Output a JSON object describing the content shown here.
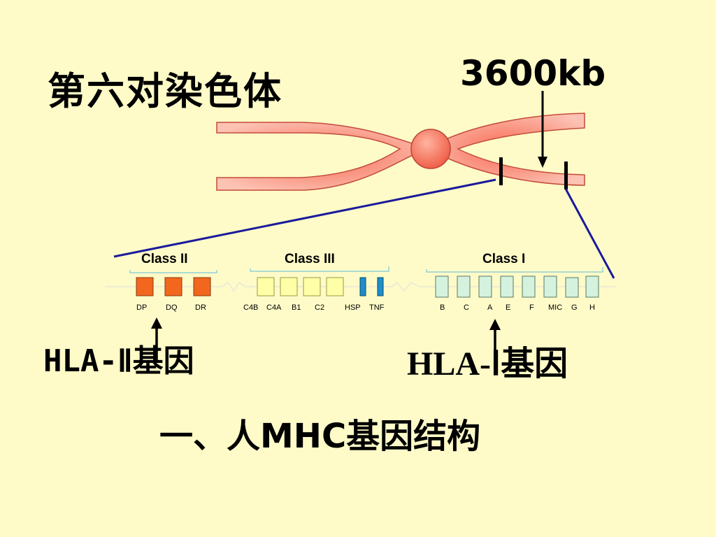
{
  "title": "第六对染色体",
  "size_label": "3600kb",
  "regions": [
    {
      "label": "Class II",
      "genes": [
        "DP",
        "DQ",
        "DR"
      ]
    },
    {
      "label": "Class III",
      "genes": [
        "C4B",
        "C4A",
        "B1",
        "C2",
        "HSP",
        "TNF"
      ]
    },
    {
      "label": "Class I",
      "genes": [
        "B",
        "C",
        "A",
        "E",
        "F",
        "MIC",
        "G",
        "H"
      ]
    }
  ],
  "callouts": {
    "hla_ii": "HLA-Ⅱ基因",
    "hla_i": "HLA-Ⅰ基因"
  },
  "heading": "一、人MHC基因结构",
  "colors": {
    "background": "#FEFBC8",
    "chromosome": "#F98A74",
    "class_ii_box": "#F2661E",
    "class_iii_box": "#FFFFA8",
    "class_iii_small_box": "#1E8EC8",
    "class_i_box": "#D4F2DE",
    "zoom_line": "#1A1A9C"
  }
}
